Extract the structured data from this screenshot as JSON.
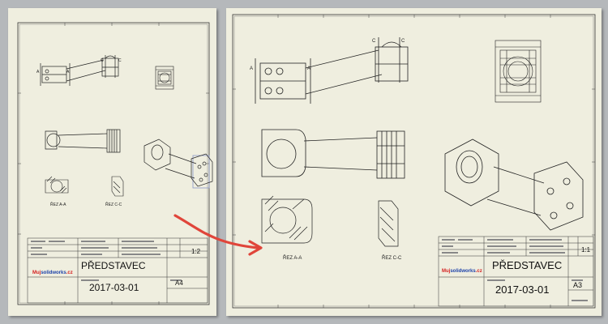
{
  "sheet_a4": {
    "title": "PŘEDSTAVEC",
    "date": "2017-03-01",
    "format": "A4",
    "scale": "1:2",
    "section_a": "ŘEZ A-A",
    "section_c": "ŘEZ C-C",
    "label_a": "A",
    "label_c": "C",
    "logo_prefix": "Muj",
    "logo_main": "solidworks",
    "logo_suffix": ".cz"
  },
  "sheet_a3": {
    "title": "PŘEDSTAVEC",
    "date": "2017-03-01",
    "format": "A3",
    "scale": "1:1",
    "section_a": "ŘEZ A-A",
    "section_c": "ŘEZ C-C",
    "label_a": "A",
    "label_c": "C",
    "logo_prefix": "Muj",
    "logo_main": "solidworks",
    "logo_suffix": ".cz"
  },
  "colors": {
    "background": "#b5b8bb",
    "sheet": "#efeedf",
    "line": "#222222",
    "arrow": "#e0453a",
    "logo_red": "#d42020",
    "logo_blue": "#1a3fa8",
    "selection": "#8a97c8"
  }
}
